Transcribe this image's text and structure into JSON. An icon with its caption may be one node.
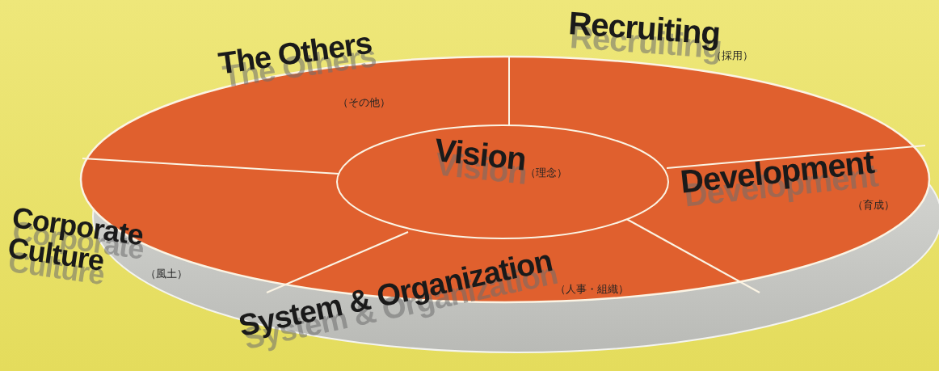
{
  "diagram": {
    "nodes": [
      {
        "text": [
          "Recruiting",
          "（採用）"
        ]
      },
      {
        "text": [
          "The Others",
          "（その他）"
        ]
      },
      {
        "text": [
          "Vision",
          "（理念）"
        ]
      },
      {
        "text": [
          "Development",
          "（育成）"
        ]
      },
      {
        "text": [
          "Corporate Culture",
          "（風土）"
        ]
      },
      {
        "text": [
          "System & Organization",
          "（人事・組織）"
        ]
      }
    ]
  }
}
